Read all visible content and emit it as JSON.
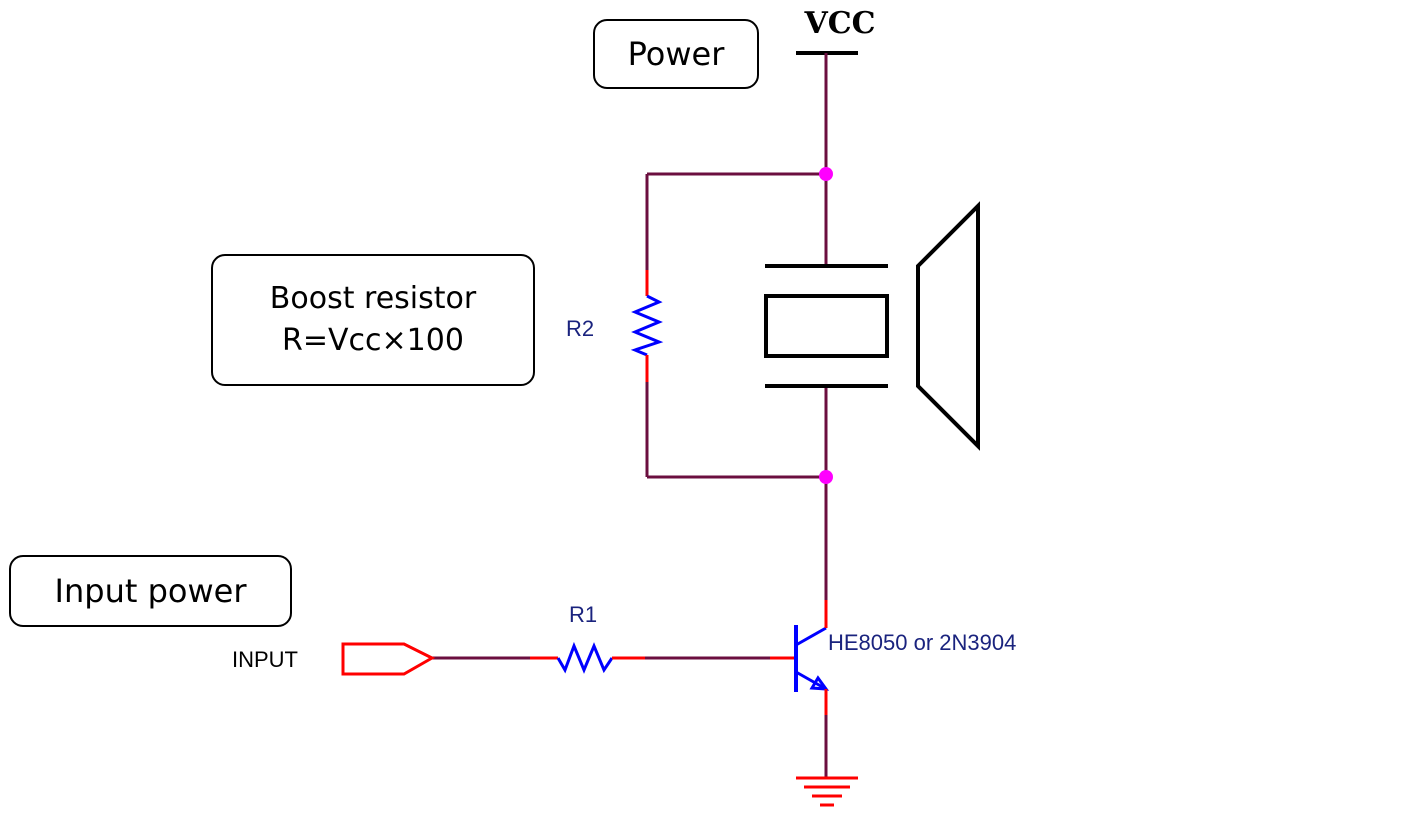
{
  "callouts": {
    "power": "Power",
    "boost_line1": "Boost resistor",
    "boost_line2": "R=Vcc×100",
    "input_power": "Input power"
  },
  "labels": {
    "vcc": "VCC",
    "r2": "R2",
    "r1": "R1",
    "input": "INPUT",
    "transistor": "HE8050 or 2N3904"
  },
  "colors": {
    "wire": "#6b0f3f",
    "pin": "#ff0000",
    "component": "#0000ff",
    "label": "#1a237e",
    "junction": "#ff00ff",
    "outline": "#000000"
  }
}
